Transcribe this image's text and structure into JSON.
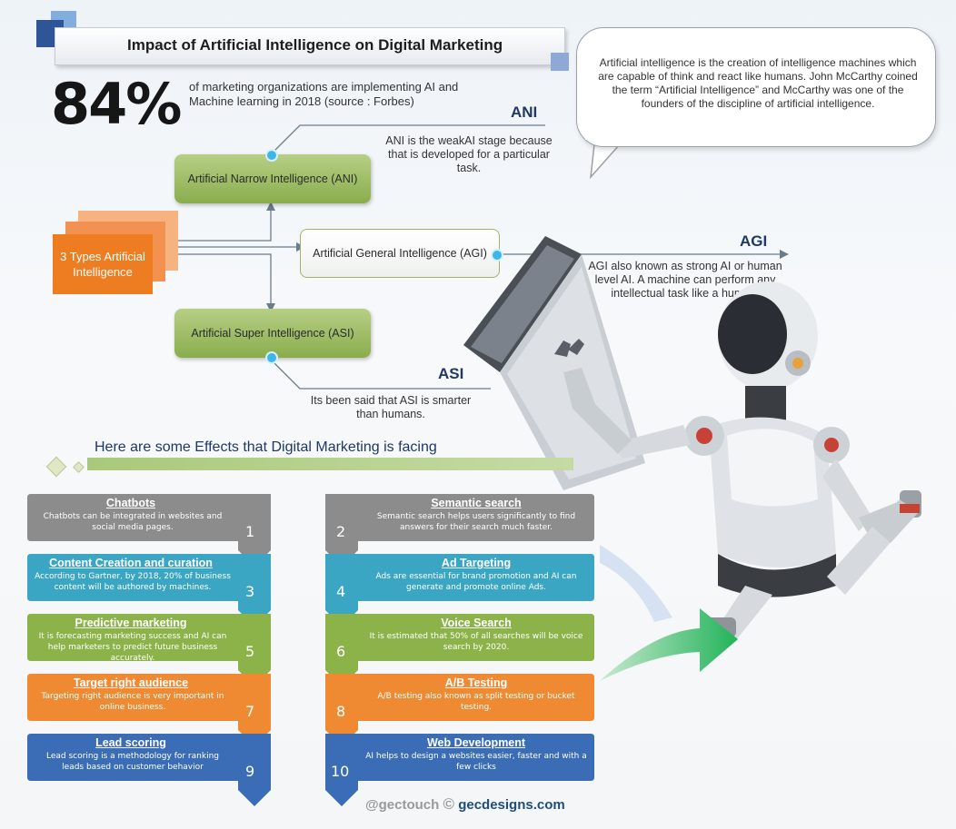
{
  "title": "Impact of Artificial Intelligence on Digital Marketing",
  "stat": {
    "value": "84%",
    "text": "of marketing organizations are implementing AI and Machine learning in 2018 (source : Forbes)"
  },
  "intro": "Artificial intelligence is the creation of intelligence machines which are capable of think and react like humans. John McCarthy coined the term “Artificial Intelligence” and McCarthy was one of the founders of the discipline of artificial intelligence.",
  "types": {
    "label": "3 Types Artificial Intelligence",
    "ani": {
      "box": "Artificial Narrow Intelligence (ANI)",
      "heading": "ANI",
      "desc": "ANI is the weakAI stage because that is developed for a particular task."
    },
    "agi": {
      "box": "Artificial General Intelligence (AGI)",
      "heading": "AGI",
      "desc": "AGI also known as strong AI or human level AI. A machine can perform any intellectual task like a human."
    },
    "asi": {
      "box": "Artificial Super Intelligence (ASI)",
      "heading": "ASI",
      "desc": "Its been said that ASI is smarter than humans."
    }
  },
  "effects_title": "Here are some Effects that Digital Marketing is facing",
  "effects": [
    {
      "num": "1",
      "title": "Chatbots",
      "desc": "Chatbots can be integrated in websites and social media pages.",
      "color": "#8c8c8c"
    },
    {
      "num": "2",
      "title": "Semantic search",
      "desc": "Semantic search helps users significantly to find answers for their search much faster.",
      "color": "#8c8c8c"
    },
    {
      "num": "3",
      "title": "Content Creation and curation",
      "desc": "According to Gartner, by 2018, 20% of business content will be authored by machines.",
      "color": "#3aa6c4"
    },
    {
      "num": "4",
      "title": "Ad Targeting",
      "desc": "Ads are essential for brand promotion and AI can generate and promote online Ads.",
      "color": "#3aa6c4"
    },
    {
      "num": "5",
      "title": "Predictive marketing",
      "desc": "It is forecasting marketing success and AI can help marketers to predict future business accurately.",
      "color": "#8bb34a"
    },
    {
      "num": "6",
      "title": "Voice Search",
      "desc": "It is estimated that 50% of all searches will be voice search by 2020.",
      "color": "#8bb34a"
    },
    {
      "num": "7",
      "title": "Target right audience",
      "desc": "Targeting right audience is very important in online business.",
      "color": "#f08a32"
    },
    {
      "num": "8",
      "title": "A/B Testing",
      "desc": "A/B testing also known as split testing or bucket testing.",
      "color": "#f08a32"
    },
    {
      "num": "9",
      "title": "Lead scoring",
      "desc": "Lead scoring is a methodology for ranking leads based on customer behavior",
      "color": "#3a6db5"
    },
    {
      "num": "10",
      "title": "Web Development",
      "desc": "AI helps to design a websites easier, faster and with a few clicks",
      "color": "#3a6db5"
    }
  ],
  "footer": {
    "handle": "@gectouch",
    "site": "gecdesigns.com"
  }
}
